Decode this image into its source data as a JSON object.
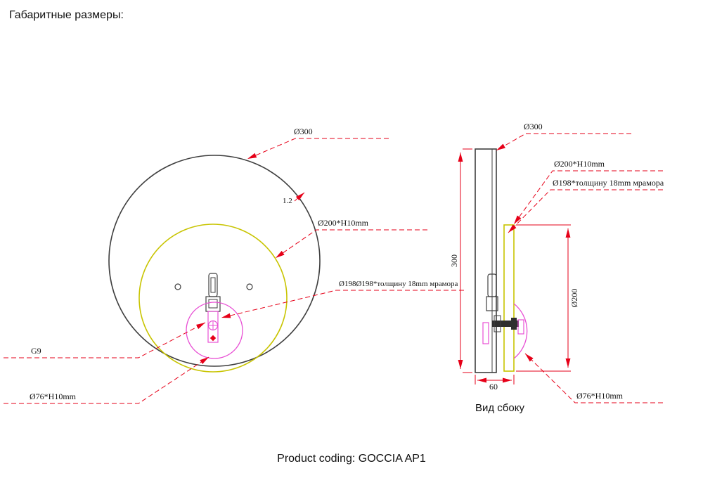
{
  "title": "Габаритные размеры:",
  "footer": "Product coding: GOCCIA AP1",
  "colors": {
    "leader_red": "#e60018",
    "outline_dark": "#3f3f3f",
    "marble_yellow": "#c8c400",
    "accent_magenta": "#e84fd4",
    "text_black": "#111111"
  },
  "front_view": {
    "labels": {
      "outer_diameter": "Ø300",
      "glass_thickness": "1.2",
      "glass_disc": "Ø200*H10mm",
      "marble_disc": "Ø198Ø198*толщину 18mm мрамора",
      "socket_type": "G9",
      "small_disc": "Ø76*H10mm"
    }
  },
  "side_view": {
    "caption": "Вид сбоку",
    "labels": {
      "outer_diameter": "Ø300",
      "glass_disc": "Ø200*H10mm",
      "marble_disc": "Ø198*толщину 18mm мрамора",
      "height": "300",
      "glass_diameter": "Ø200",
      "depth": "60",
      "small_disc": "Ø76*H10mm"
    }
  }
}
